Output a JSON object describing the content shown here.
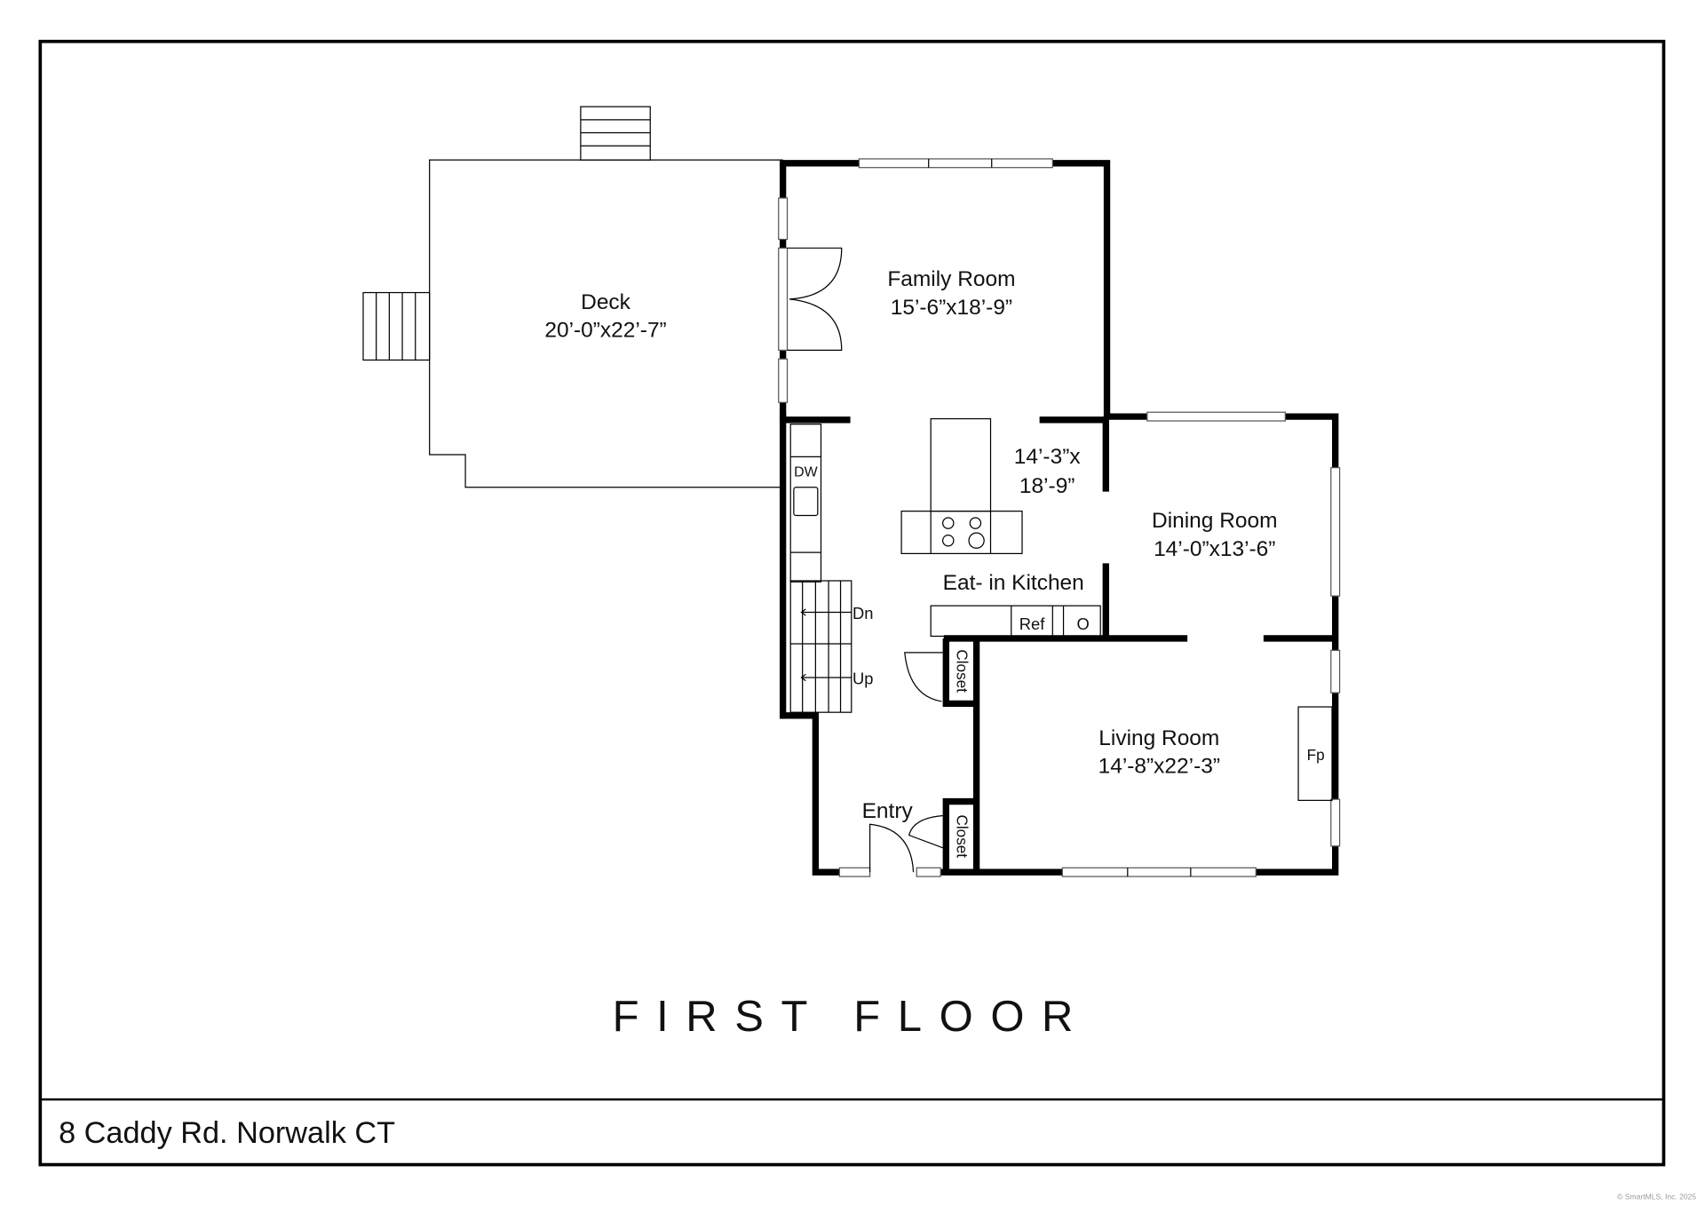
{
  "title": "FIRST FLOOR",
  "address": "8 Caddy Rd. Norwalk CT",
  "copyright": "© SmartMLS, Inc.  2025",
  "rooms": {
    "deck": {
      "name": "Deck",
      "size": "20’-0”x22’-7”"
    },
    "family": {
      "name": "Family Room",
      "size": "15’-6”x18’-9”"
    },
    "kitchen": {
      "name": "Eat- in Kitchen",
      "size_line1": "14’-3”x",
      "size_line2": "18’-9”"
    },
    "dining": {
      "name": "Dining Room",
      "size": "14’-0”x13’-6”"
    },
    "living": {
      "name": "Living Room",
      "size": "14’-8”x22’-3”"
    },
    "entry": {
      "name": "Entry"
    }
  },
  "labels": {
    "dw": "DW",
    "ref": "Ref",
    "oven": "O",
    "dn": "Dn",
    "up": "Up",
    "closet": "Closet",
    "fp": "Fp"
  }
}
